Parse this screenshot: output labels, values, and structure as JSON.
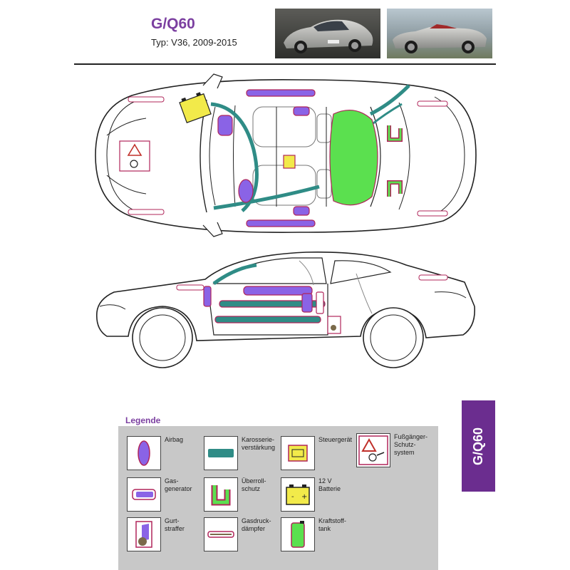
{
  "header": {
    "title": "G/Q60",
    "subtitle": "Typ: V36, 2009-2015"
  },
  "side_tab": {
    "label": "G/Q60"
  },
  "legend": {
    "title": "Legende",
    "items": [
      {
        "label": "Airbag",
        "icon": "airbag-icon"
      },
      {
        "label": "Karosserie-\nverstärkung",
        "icon": "body-reinforcement-icon"
      },
      {
        "label": "Steuergerät",
        "icon": "control-unit-icon"
      },
      {
        "label": "Fußgänger-\nSchutz-\nsystem",
        "icon": "pedestrian-protection-icon"
      },
      {
        "label": "Gas-\ngenerator",
        "icon": "gas-generator-icon"
      },
      {
        "label": "Überroll-\nschutz",
        "icon": "rollover-protection-icon"
      },
      {
        "label": "12 V\nBatterie",
        "icon": "battery-icon"
      },
      {
        "label": "Gurt-\nstraffer",
        "icon": "belt-tensioner-icon"
      },
      {
        "label": "Gasdruck-\ndämpfer",
        "icon": "gas-strut-icon"
      },
      {
        "label": "Kraftstoff-\ntank",
        "icon": "fuel-tank-icon"
      }
    ]
  },
  "colors": {
    "accent": "#7b3fa0",
    "tab": "#6b2d8f",
    "airbag": "#8a63e6",
    "reinforcement": "#2f8c86",
    "fuel_tank": "#5be04f",
    "battery": "#f2ea4a",
    "legend_bg": "#c8c8c8"
  }
}
